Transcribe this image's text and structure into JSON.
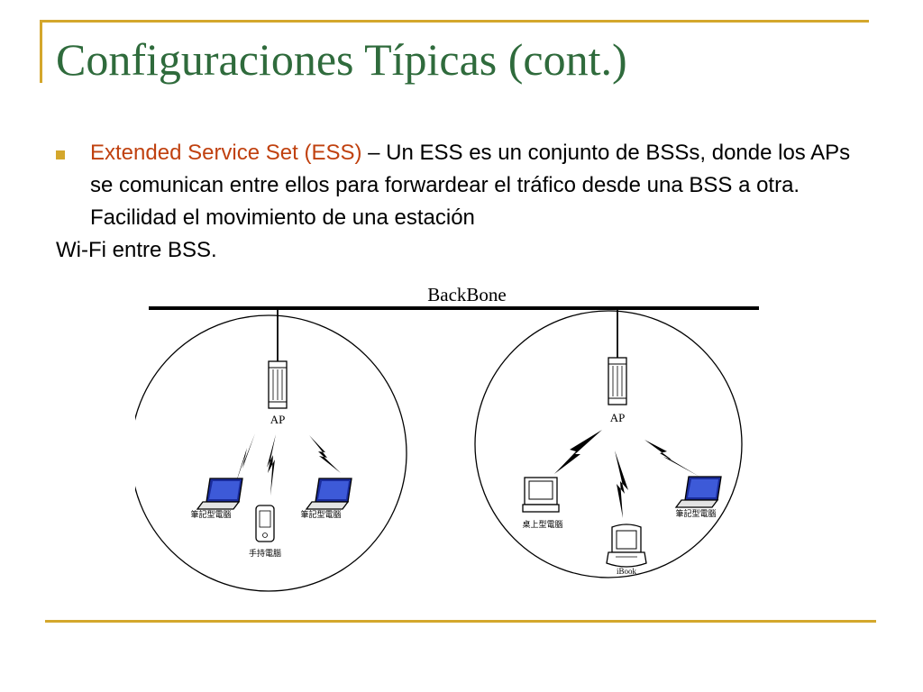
{
  "slide": {
    "title": "Configuraciones Típicas (cont.)",
    "bullet": {
      "term": "Extended Service Set (ESS)",
      "text": " – Un ESS es un conjunto de  BSSs, donde los APs se comunican entre ellos para forwardear el tráfico desde una BSS a otra. Facilidad el movimiento de una estación",
      "continuation": "Wi-Fi entre BSS."
    },
    "colors": {
      "title": "#2f6b3c",
      "term": "#c0410f",
      "accent": "#d4a72c"
    }
  },
  "diagram": {
    "backbone_label": "BackBone",
    "bss_left": {
      "ap_label": "AP",
      "devices": [
        {
          "icon": "laptop-icon",
          "label": "筆記型電腦"
        },
        {
          "icon": "pda-icon",
          "label": "手持電腦"
        },
        {
          "icon": "laptop-icon",
          "label": "筆記型電腦"
        }
      ]
    },
    "bss_right": {
      "ap_label": "AP",
      "devices": [
        {
          "icon": "desktop-computer-icon",
          "label": "桌上型電腦"
        },
        {
          "icon": "ibook-icon",
          "label": "iBook"
        },
        {
          "icon": "laptop-icon",
          "label": "筆記型電腦"
        }
      ]
    }
  }
}
